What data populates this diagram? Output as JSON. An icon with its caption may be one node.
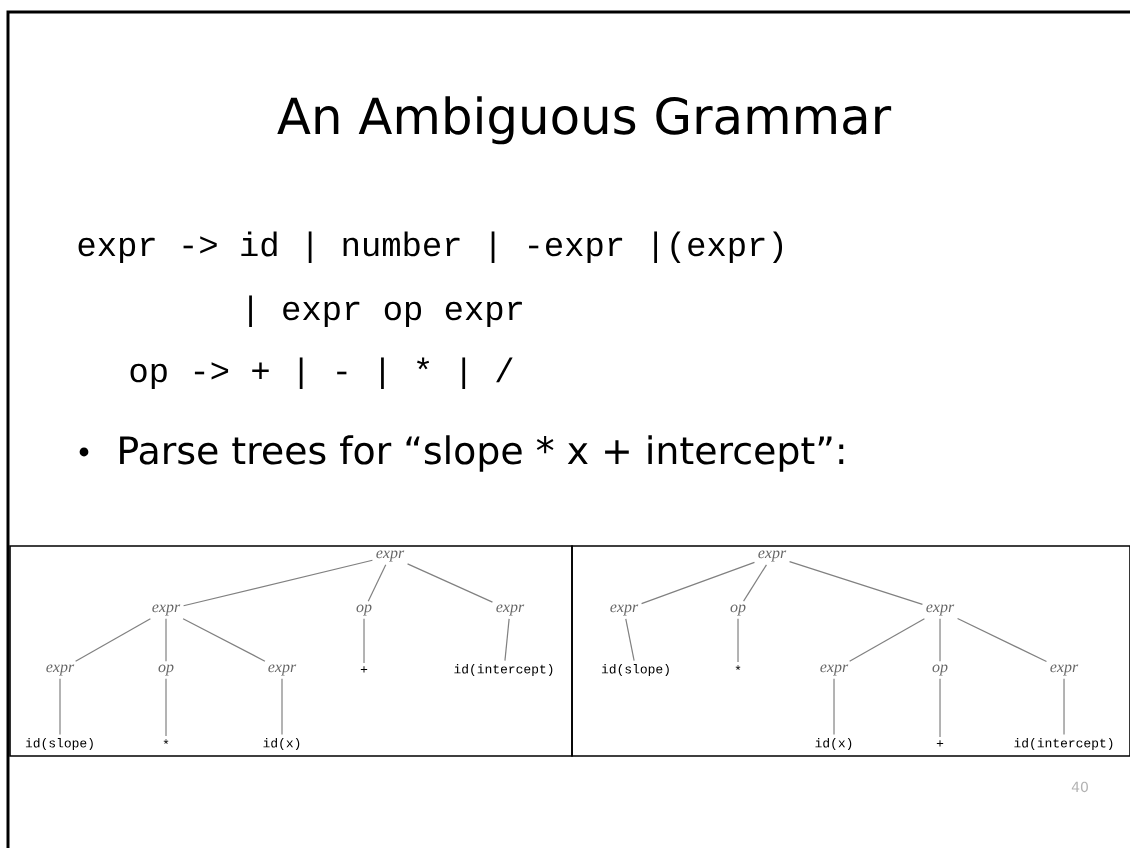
{
  "diagram": {
    "title": "An Ambiguous Grammar",
    "nodes": [
      {
        "text": [
          "expr"
        ]
      },
      {
        "text": [
          "expr"
        ]
      },
      {
        "text": [
          "op"
        ]
      },
      {
        "text": [
          "expr"
        ]
      },
      {
        "text": [
          "expr"
        ]
      },
      {
        "text": [
          "op"
        ]
      },
      {
        "text": [
          "expr"
        ]
      },
      {
        "text": [
          "+"
        ]
      },
      {
        "text": [
          "id(intercept)"
        ]
      },
      {
        "text": [
          "id(slope)"
        ]
      },
      {
        "text": [
          "*"
        ]
      },
      {
        "text": [
          "id(x)"
        ]
      },
      {
        "text": [
          "expr"
        ]
      },
      {
        "text": [
          "expr"
        ]
      },
      {
        "text": [
          "op"
        ]
      },
      {
        "text": [
          "expr"
        ]
      },
      {
        "text": [
          "id(slope)"
        ]
      },
      {
        "text": [
          "*"
        ]
      },
      {
        "text": [
          "expr"
        ]
      },
      {
        "text": [
          "op"
        ]
      },
      {
        "text": [
          "expr"
        ]
      },
      {
        "text": [
          "id(x)"
        ]
      },
      {
        "text": [
          "+"
        ]
      },
      {
        "text": [
          "id(intercept)"
        ]
      }
    ],
    "edges": [
      {
        "from": 0,
        "to": 1,
        "arrow": "none"
      },
      {
        "from": 0,
        "to": 2,
        "arrow": "none"
      },
      {
        "from": 0,
        "to": 3,
        "arrow": "none"
      },
      {
        "from": 1,
        "to": 4,
        "arrow": "none"
      },
      {
        "from": 1,
        "to": 5,
        "arrow": "none"
      },
      {
        "from": 1,
        "to": 6,
        "arrow": "none"
      },
      {
        "from": 2,
        "to": 7,
        "arrow": "none"
      },
      {
        "from": 3,
        "to": 8,
        "arrow": "none"
      },
      {
        "from": 4,
        "to": 9,
        "arrow": "none"
      },
      {
        "from": 5,
        "to": 10,
        "arrow": "none"
      },
      {
        "from": 6,
        "to": 11,
        "arrow": "none"
      },
      {
        "from": 12,
        "to": 13,
        "arrow": "none"
      },
      {
        "from": 12,
        "to": 14,
        "arrow": "none"
      },
      {
        "from": 12,
        "to": 15,
        "arrow": "none"
      },
      {
        "from": 13,
        "to": 16,
        "arrow": "none"
      },
      {
        "from": 14,
        "to": 17,
        "arrow": "none"
      },
      {
        "from": 15,
        "to": 18,
        "arrow": "none"
      },
      {
        "from": 15,
        "to": 19,
        "arrow": "none"
      },
      {
        "from": 15,
        "to": 20,
        "arrow": "none"
      },
      {
        "from": 18,
        "to": 21,
        "arrow": "none"
      },
      {
        "from": 19,
        "to": 22,
        "arrow": "none"
      },
      {
        "from": 20,
        "to": 23,
        "arrow": "none"
      }
    ],
    "labels": [
      "expr -> id | number | -expr |(expr)",
      "| expr op expr",
      "op -> + | - | * | /",
      "Parse trees for “slope * x + intercept”:",
      "40"
    ]
  }
}
